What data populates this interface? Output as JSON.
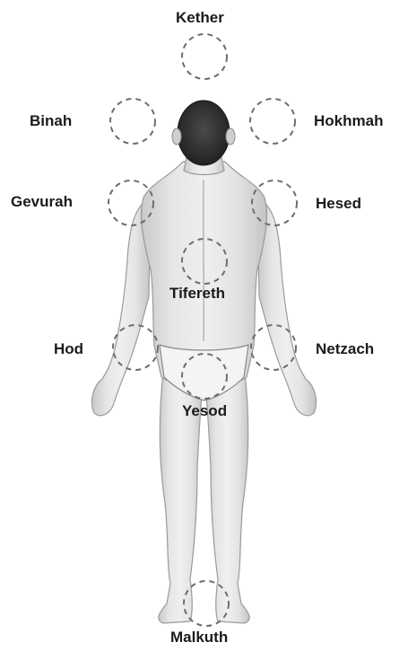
{
  "sephirot": [
    {
      "id": "kether",
      "label": "Kether"
    },
    {
      "id": "binah",
      "label": "Binah"
    },
    {
      "id": "hokhmah",
      "label": "Hokhmah"
    },
    {
      "id": "gevurah",
      "label": "Gevurah"
    },
    {
      "id": "hesed",
      "label": "Hesed"
    },
    {
      "id": "tifereth",
      "label": "Tifereth"
    },
    {
      "id": "hod",
      "label": "Hod"
    },
    {
      "id": "netzach",
      "label": "Netzach"
    },
    {
      "id": "yesod",
      "label": "Yesod"
    },
    {
      "id": "malkuth",
      "label": "Malkuth"
    }
  ]
}
